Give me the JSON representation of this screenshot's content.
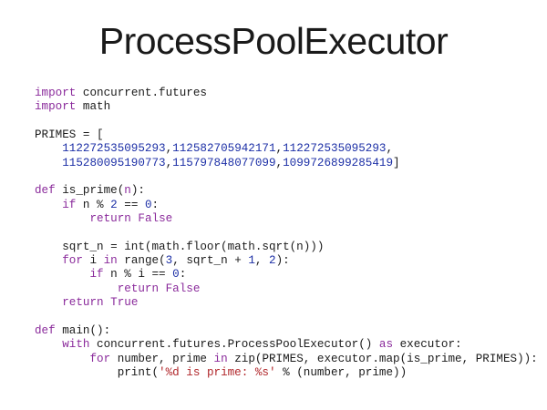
{
  "slide": {
    "title": "ProcessPoolExecutor"
  },
  "code": {
    "lines": [
      [
        {
          "t": "import",
          "c": "kw"
        },
        {
          "t": " concurrent.futures",
          "c": ""
        }
      ],
      [
        {
          "t": "import",
          "c": "kw"
        },
        {
          "t": " math",
          "c": ""
        }
      ],
      [],
      [
        {
          "t": "PRIMES = [",
          "c": ""
        }
      ],
      [
        {
          "t": "    ",
          "c": ""
        },
        {
          "t": "112272535095293",
          "c": "num"
        },
        {
          "t": ",",
          "c": ""
        },
        {
          "t": "112582705942171",
          "c": "num"
        },
        {
          "t": ",",
          "c": ""
        },
        {
          "t": "112272535095293",
          "c": "num"
        },
        {
          "t": ",",
          "c": ""
        }
      ],
      [
        {
          "t": "    ",
          "c": ""
        },
        {
          "t": "115280095190773",
          "c": "num"
        },
        {
          "t": ",",
          "c": ""
        },
        {
          "t": "115797848077099",
          "c": "num"
        },
        {
          "t": ",",
          "c": ""
        },
        {
          "t": "1099726899285419",
          "c": "num"
        },
        {
          "t": "]",
          "c": ""
        }
      ],
      [],
      [
        {
          "t": "def",
          "c": "kw"
        },
        {
          "t": " is_prime(",
          "c": ""
        },
        {
          "t": "n",
          "c": "kw"
        },
        {
          "t": "):",
          "c": ""
        }
      ],
      [
        {
          "t": "    ",
          "c": ""
        },
        {
          "t": "if",
          "c": "kw"
        },
        {
          "t": " n % ",
          "c": ""
        },
        {
          "t": "2",
          "c": "num"
        },
        {
          "t": " == ",
          "c": ""
        },
        {
          "t": "0",
          "c": "num"
        },
        {
          "t": ":",
          "c": ""
        }
      ],
      [
        {
          "t": "        ",
          "c": ""
        },
        {
          "t": "return",
          "c": "kw"
        },
        {
          "t": " ",
          "c": ""
        },
        {
          "t": "False",
          "c": "kw"
        }
      ],
      [],
      [
        {
          "t": "    sqrt_n = int(math.floor(math.sqrt(n)))",
          "c": ""
        }
      ],
      [
        {
          "t": "    ",
          "c": ""
        },
        {
          "t": "for",
          "c": "kw"
        },
        {
          "t": " i ",
          "c": ""
        },
        {
          "t": "in",
          "c": "kw"
        },
        {
          "t": " range(",
          "c": ""
        },
        {
          "t": "3",
          "c": "num"
        },
        {
          "t": ", sqrt_n + ",
          "c": ""
        },
        {
          "t": "1",
          "c": "num"
        },
        {
          "t": ", ",
          "c": ""
        },
        {
          "t": "2",
          "c": "num"
        },
        {
          "t": "):",
          "c": ""
        }
      ],
      [
        {
          "t": "        ",
          "c": ""
        },
        {
          "t": "if",
          "c": "kw"
        },
        {
          "t": " n % i == ",
          "c": ""
        },
        {
          "t": "0",
          "c": "num"
        },
        {
          "t": ":",
          "c": ""
        }
      ],
      [
        {
          "t": "            ",
          "c": ""
        },
        {
          "t": "return",
          "c": "kw"
        },
        {
          "t": " ",
          "c": ""
        },
        {
          "t": "False",
          "c": "kw"
        }
      ],
      [
        {
          "t": "    ",
          "c": ""
        },
        {
          "t": "return",
          "c": "kw"
        },
        {
          "t": " ",
          "c": ""
        },
        {
          "t": "True",
          "c": "kw"
        }
      ],
      [],
      [
        {
          "t": "def",
          "c": "kw"
        },
        {
          "t": " main():",
          "c": ""
        }
      ],
      [
        {
          "t": "    ",
          "c": ""
        },
        {
          "t": "with",
          "c": "kw"
        },
        {
          "t": " concurrent.futures.ProcessPoolExecutor() ",
          "c": ""
        },
        {
          "t": "as",
          "c": "kw"
        },
        {
          "t": " executor:",
          "c": ""
        }
      ],
      [
        {
          "t": "        ",
          "c": ""
        },
        {
          "t": "for",
          "c": "kw"
        },
        {
          "t": " number, prime ",
          "c": ""
        },
        {
          "t": "in",
          "c": "kw"
        },
        {
          "t": " zip(PRIMES, executor.map(is_prime, PRIMES)):",
          "c": ""
        }
      ],
      [
        {
          "t": "            print(",
          "c": ""
        },
        {
          "t": "'%d is prime: %s'",
          "c": "str"
        },
        {
          "t": " % (number, prime))",
          "c": ""
        }
      ]
    ]
  }
}
